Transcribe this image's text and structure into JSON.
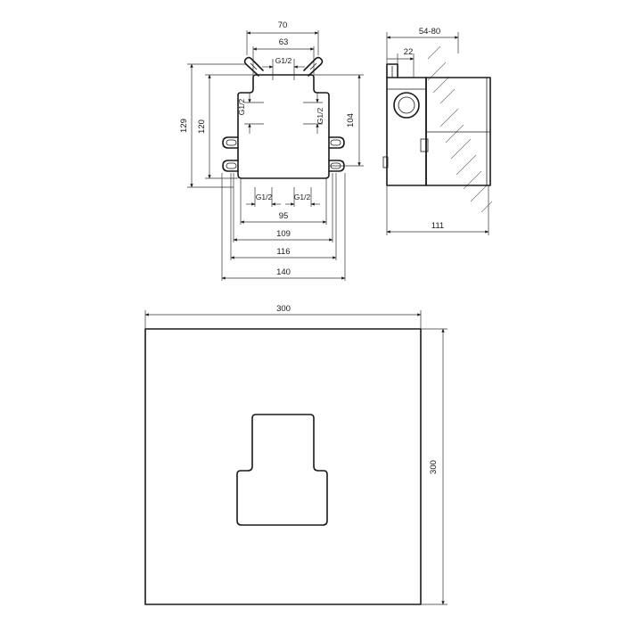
{
  "front_view": {
    "dim_width_70": "70",
    "dim_width_63": "63",
    "dim_thread_top": "G1/2",
    "dim_thread_left": "G1/2",
    "dim_thread_right": "G1/2",
    "dim_thread_bottom_left": "G1/2",
    "dim_thread_bottom_right": "G1/2",
    "dim_height_129": "129",
    "dim_height_120": "120",
    "dim_height_104": "104",
    "dim_width_95": "95",
    "dim_width_109": "109",
    "dim_width_116": "116",
    "dim_width_140": "140"
  },
  "side_view": {
    "dim_depth_range": "54-80",
    "dim_depth_22": "22",
    "dim_depth_111": "111"
  },
  "cover_plate": {
    "dim_width_300": "300",
    "dim_height_300": "300"
  }
}
